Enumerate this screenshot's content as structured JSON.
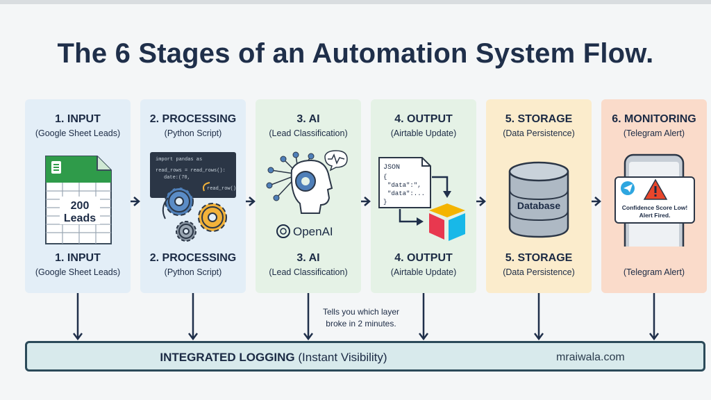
{
  "title": "The 6 Stages of an Automation System Flow.",
  "stages": [
    {
      "head": "1. INPUT",
      "sub": "(Google Sheet Leads)",
      "foot_head": "1. INPUT",
      "foot_sub": "(Google Sheet Leads)",
      "art_label_1": "200",
      "art_label_2": "Leads",
      "bg": "#e3eef7"
    },
    {
      "head": "2. PROCESSING",
      "sub": "(Python Script)",
      "foot_head": "2. PROCESSING",
      "foot_sub": "(Python Script)",
      "code_1": "import pandas as",
      "code_2": "read_rows = read_rows():",
      "code_3": "date:(70,",
      "code_4": "read_row()",
      "bg": "#e3eef7"
    },
    {
      "head": "3. AI",
      "sub": "(Lead Classification)",
      "foot_head": "3. AI",
      "foot_sub": "(Lead Classification)",
      "art_label_1": "OpenAI",
      "bg": "#e5f2e6"
    },
    {
      "head": "4. OUTPUT",
      "sub": "(Airtable Update)",
      "foot_head": "4. OUTPUT",
      "foot_sub": "(Airtable Update)",
      "json_1": "JSON",
      "json_2": "{",
      "json_3": "\"data\":\",",
      "json_4": "\"data\":...",
      "json_5": "}",
      "bg": "#e5f2e6"
    },
    {
      "head": "5. STORAGE",
      "sub": "(Data Persistence)",
      "foot_head": "5. STORAGE",
      "foot_sub": "(Data Persistence)",
      "art_label_1": "Database",
      "bg": "#fbeccc"
    },
    {
      "head": "6. MONITORING",
      "sub": "(Telegram Alert)",
      "foot_head": "",
      "foot_sub": "(Telegram Alert)",
      "alert_1": "Confidence Score Low!",
      "alert_2": "Alert Fired.",
      "bg": "#fadbca"
    }
  ],
  "note": {
    "line_1": "Tells you which layer",
    "line_2": "broke in 2 minutes."
  },
  "logging": {
    "bold": "INTEGRATED LOGGING",
    "rest": " (Instant Visibility)"
  },
  "brand": "mraiwala.com",
  "colors": {
    "title": "#1f2f4a",
    "arrow": "#1f2f4a",
    "log_border": "#2b4a59"
  }
}
